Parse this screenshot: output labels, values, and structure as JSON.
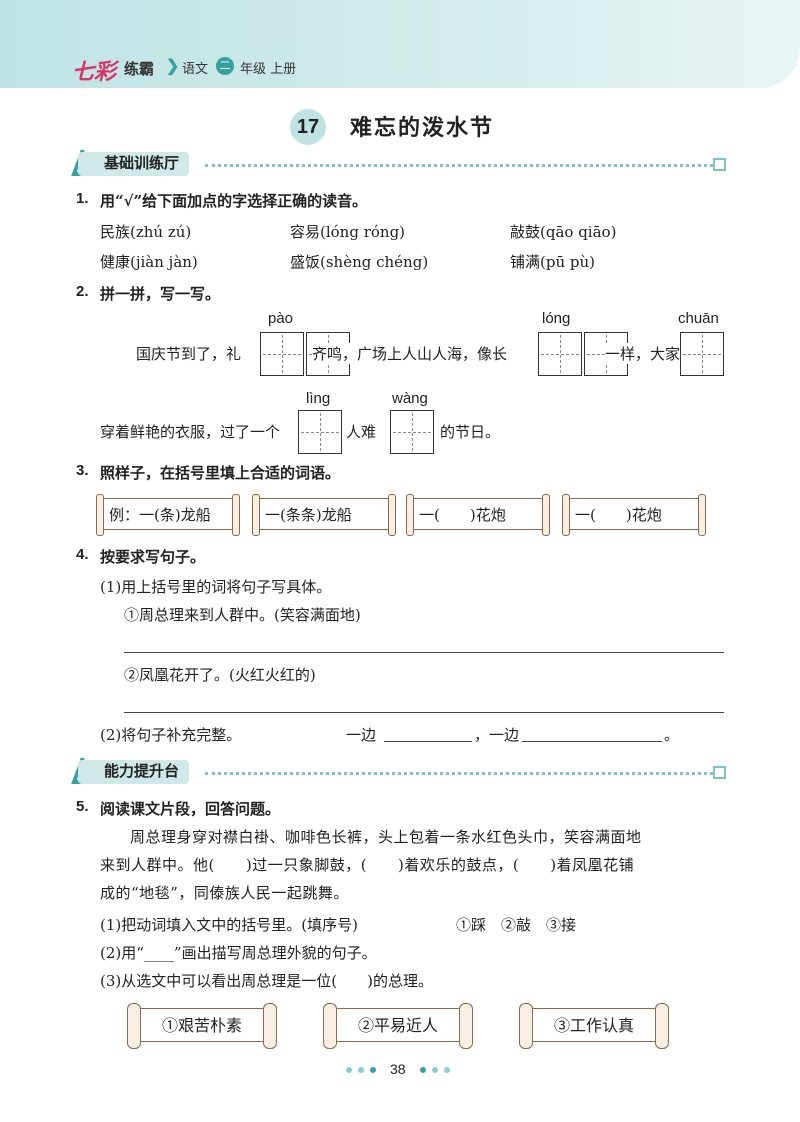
{
  "header": {
    "brand": "七彩",
    "brand_sub": "练霸",
    "subject": "语文",
    "grade_circle": "二",
    "grade": "年级 上册"
  },
  "lesson": {
    "number": "17",
    "title": "难忘的泼水节"
  },
  "section1": {
    "title": "基础训练厅"
  },
  "q1": {
    "num": "1.",
    "prompt": "用“√”给下面加点的字选择正确的读音。",
    "rows": [
      [
        "民族(zhú zú)",
        "容易(lóng róng)",
        "敲鼓(qāo qiāo)"
      ],
      [
        "健康(jiàn jàn)",
        "盛饭(shèng chéng)",
        "铺满(pū pù)"
      ]
    ]
  },
  "q2": {
    "num": "2.",
    "prompt": "拼一拼，写一写。",
    "line1": [
      "国庆节到了，礼",
      "齐鸣，广场上人山人海，像长",
      "一样，大家"
    ],
    "line2": [
      "穿着鲜艳的衣服，过了一个",
      "人难",
      "的节日。"
    ],
    "pinyin": [
      "pào",
      "lóng",
      "chuān",
      "lìng",
      "wàng"
    ]
  },
  "q3": {
    "num": "3.",
    "prompt": "照样子，在括号里填上合适的词语。",
    "boxes": [
      "例：一(条)龙船",
      "一(条条)龙船",
      "一(　　)花炮",
      "一(　　)花炮"
    ]
  },
  "q4": {
    "num": "4.",
    "prompt": "按要求写句子。",
    "sub1": "(1)用上括号里的词将句子写具体。",
    "s1": "①周总理来到人群中。(笑容满面地)",
    "s2": "②凤凰花开了。(火红火红的)",
    "sub2": "(2)将句子补充完整。",
    "part_a": "一边",
    "part_b": "，一边",
    "end": "。"
  },
  "section2": {
    "title": "能力提升台"
  },
  "q5": {
    "num": "5.",
    "prompt": "阅读课文片段，回答问题。",
    "passage": [
      "周总理身穿对襟白褂、咖啡色长裤，头上包着一条水红色头巾，笑容满面地",
      "来到人群中。他(　　)过一只象脚鼓，(　　)着欢乐的鼓点，(　　)着凤凰花铺",
      "成的“地毯”，同傣族人民一起跳舞。"
    ],
    "sub1": "(1)把动词填入文中的括号里。(填序号)",
    "verbs": "①踩　②敲　③接",
    "sub2": "(2)用“____”画出描写周总理外貌的句子。",
    "sub3": "(3)从选文中可以看出周总理是一位(　　)的总理。",
    "options": [
      "①艰苦朴素",
      "②平易近人",
      "③工作认真"
    ]
  },
  "footer": {
    "page": "38"
  }
}
